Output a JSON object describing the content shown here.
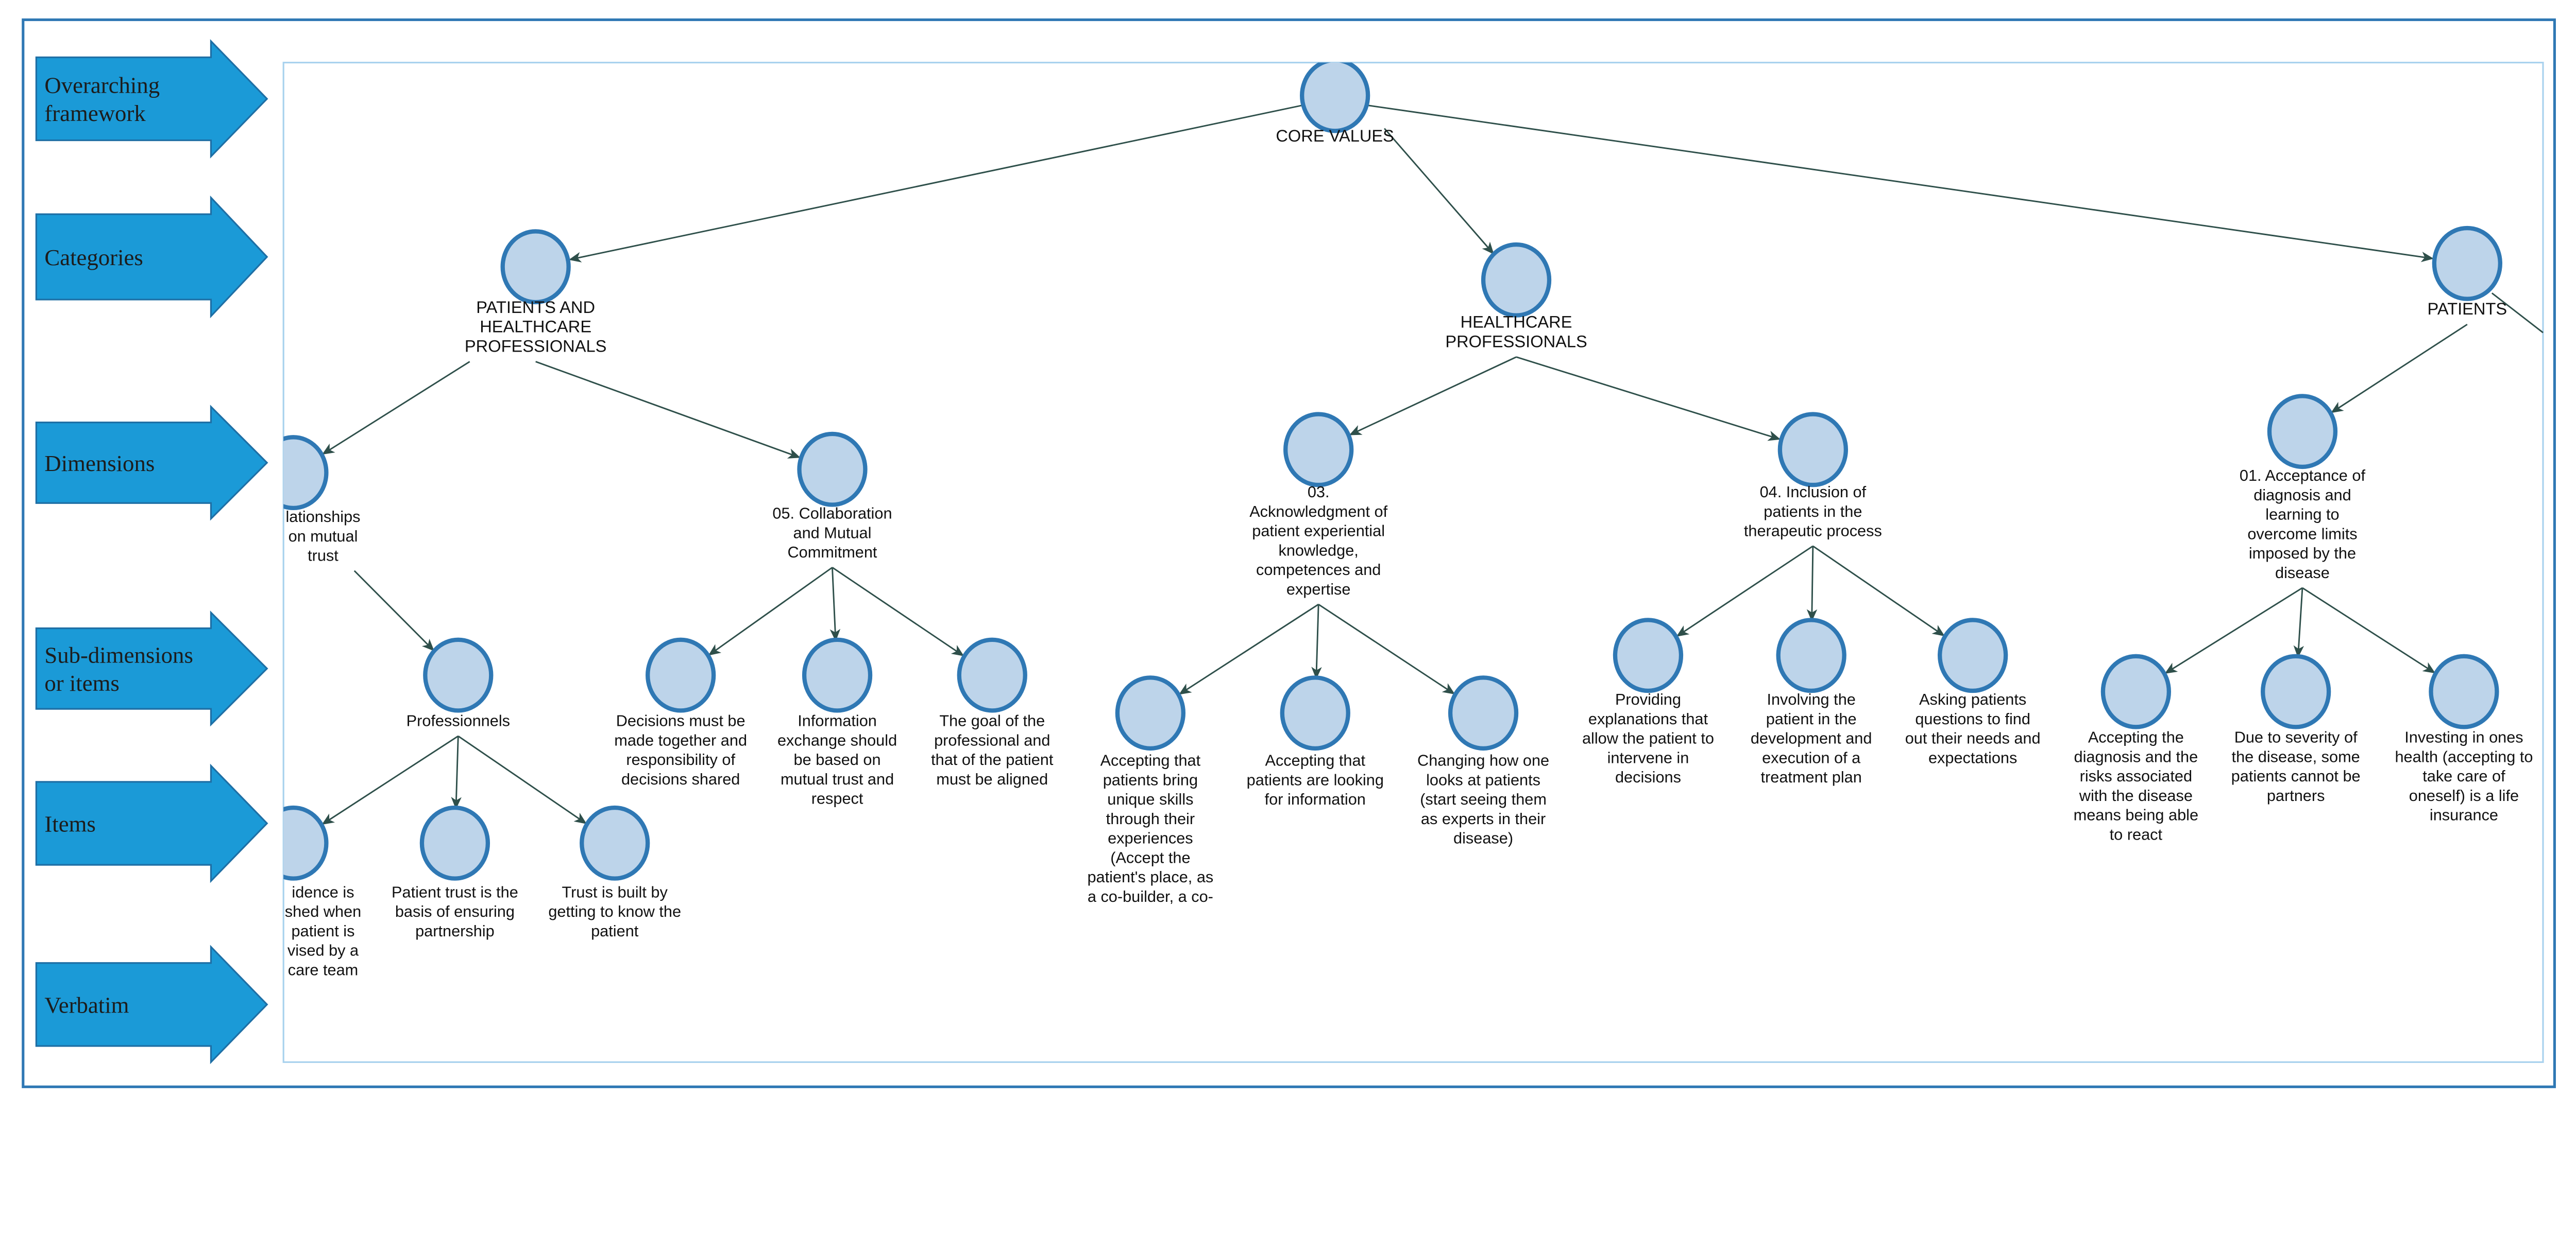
{
  "levels": [
    {
      "lines": [
        "Overarching",
        "framework"
      ]
    },
    {
      "lines": [
        "Categories"
      ]
    },
    {
      "lines": [
        "Dimensions"
      ]
    },
    {
      "lines": [
        "Sub-dimensions",
        "or items"
      ]
    },
    {
      "lines": [
        "Items"
      ]
    },
    {
      "lines": [
        "Verbatim"
      ]
    }
  ],
  "colors": {
    "arrow_fill": "#1b9ad7",
    "arrow_stroke": "#1e6fa5",
    "node_fill": "#bdd4ea",
    "node_stroke": "#2f78b4",
    "edge": "#2e4f4a",
    "frame": "#2f78b4",
    "panel_border": "#a9d2ee"
  },
  "tree": {
    "nodes": [
      {
        "id": "core",
        "lines": [
          "CORE VALUES"
        ]
      },
      {
        "id": "php",
        "lines": [
          "PATIENTS AND",
          "HEALTHCARE",
          "PROFESSIONALS"
        ]
      },
      {
        "id": "hp",
        "lines": [
          "HEALTHCARE",
          "PROFESSIONALS"
        ]
      },
      {
        "id": "pat",
        "lines": [
          "PATIENTS"
        ]
      },
      {
        "id": "d_rel",
        "lines": [
          "lationships",
          "on mutual",
          "trust"
        ]
      },
      {
        "id": "d05",
        "lines": [
          "05. Collaboration",
          "and Mutual",
          "Commitment"
        ]
      },
      {
        "id": "d03",
        "lines": [
          "03.",
          "Acknowledgment of",
          "patient experiential",
          "knowledge,",
          "competences and",
          "expertise"
        ]
      },
      {
        "id": "d04",
        "lines": [
          "04. Inclusion of",
          "patients in the",
          "therapeutic process"
        ]
      },
      {
        "id": "d01",
        "lines": [
          "01. Acceptance of",
          "diagnosis and",
          "learning to",
          "overcome limits",
          "imposed by the",
          "disease"
        ]
      },
      {
        "id": "s_prof",
        "lines": [
          "Professionnels"
        ]
      },
      {
        "id": "s_dec",
        "lines": [
          "Decisions must be",
          "made together and",
          "responsibility of",
          "decisions shared"
        ]
      },
      {
        "id": "s_info",
        "lines": [
          "Information",
          "exchange should",
          "be based on",
          "mutual trust and",
          "respect"
        ]
      },
      {
        "id": "s_goal",
        "lines": [
          "The goal of the",
          "professional and",
          "that of the patient",
          "must be aligned"
        ]
      },
      {
        "id": "s_bring",
        "lines": [
          "Accepting that",
          "patients bring",
          "unique skills",
          "through their",
          "experiences",
          "(Accept the",
          "patient's place, as",
          "a co-builder, a co-"
        ]
      },
      {
        "id": "s_look",
        "lines": [
          "Accepting that",
          "patients are looking",
          "for information"
        ]
      },
      {
        "id": "s_chg",
        "lines": [
          "Changing how one",
          "looks at patients",
          "(start seeing them",
          "as experts in their",
          "disease)"
        ]
      },
      {
        "id": "s_prov",
        "lines": [
          "Providing",
          "explanations that",
          "allow the patient to",
          "intervene in",
          "decisions"
        ]
      },
      {
        "id": "s_inv",
        "lines": [
          "Involving the",
          "patient in the",
          "development and",
          "execution of a",
          "treatment plan"
        ]
      },
      {
        "id": "s_ask",
        "lines": [
          "Asking patients",
          "questions to find",
          "out their needs and",
          "expectations"
        ]
      },
      {
        "id": "s_diag",
        "lines": [
          "Accepting the",
          "diagnosis and the",
          "risks associated",
          "with the disease",
          "means being able",
          "to react"
        ]
      },
      {
        "id": "s_sev",
        "lines": [
          "Due to severity of",
          "the disease, some",
          "patients cannot be",
          "partners"
        ]
      },
      {
        "id": "s_ins",
        "lines": [
          "Investing in ones",
          "health (accepting to",
          "take care of",
          "oneself) is a life",
          "insurance"
        ]
      },
      {
        "id": "i_conf",
        "lines": [
          "idence is",
          "shed when",
          "patient is",
          "vised by a",
          "care team"
        ]
      },
      {
        "id": "i_trust",
        "lines": [
          "Patient trust is the",
          "basis of ensuring",
          "partnership"
        ]
      },
      {
        "id": "i_know",
        "lines": [
          "Trust is built by",
          "getting to know the",
          "patient"
        ]
      }
    ],
    "edges": [
      [
        "core",
        "php"
      ],
      [
        "core",
        "hp"
      ],
      [
        "core",
        "pat"
      ],
      [
        "php",
        "d_rel"
      ],
      [
        "php",
        "d05"
      ],
      [
        "hp",
        "d03"
      ],
      [
        "hp",
        "d04"
      ],
      [
        "pat",
        "d01"
      ],
      [
        "d_rel",
        "s_prof"
      ],
      [
        "d05",
        "s_dec"
      ],
      [
        "d05",
        "s_info"
      ],
      [
        "d05",
        "s_goal"
      ],
      [
        "d03",
        "s_bring"
      ],
      [
        "d03",
        "s_look"
      ],
      [
        "d03",
        "s_chg"
      ],
      [
        "d04",
        "s_prov"
      ],
      [
        "d04",
        "s_inv"
      ],
      [
        "d04",
        "s_ask"
      ],
      [
        "d01",
        "s_diag"
      ],
      [
        "d01",
        "s_sev"
      ],
      [
        "d01",
        "s_ins"
      ],
      [
        "s_prof",
        "i_conf"
      ],
      [
        "s_prof",
        "i_trust"
      ],
      [
        "s_prof",
        "i_know"
      ]
    ]
  }
}
